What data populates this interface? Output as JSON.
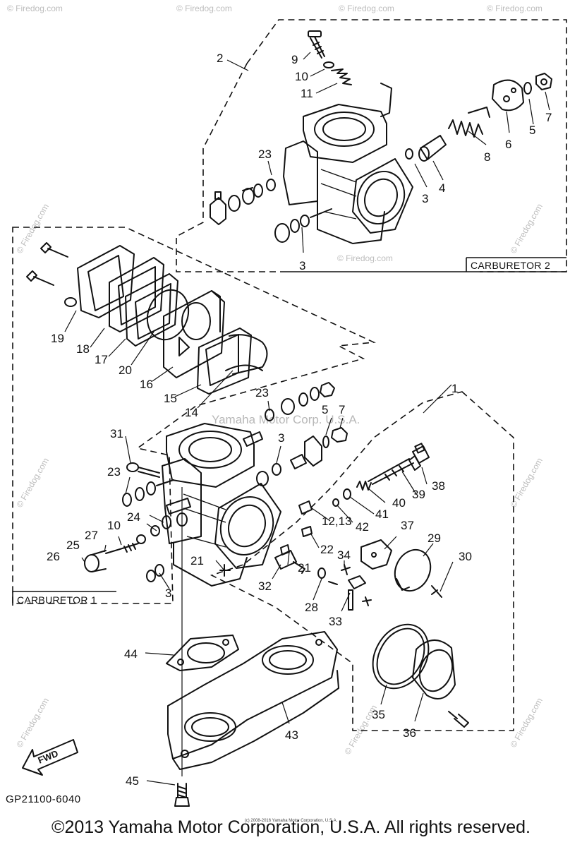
{
  "boxes": {
    "carburetor_2": "CARBURETOR 2",
    "carburetor_1": "CARBURETOR 1"
  },
  "callouts": {
    "c1": "1",
    "c2": "2",
    "c3a": "3",
    "c3b": "3",
    "c3c": "3",
    "c3d": "3",
    "c4": "4",
    "c5a": "5",
    "c5b": "5",
    "c6": "6",
    "c7a": "7",
    "c7b": "7",
    "c8": "8",
    "c9": "9",
    "c10a": "10",
    "c10b": "10",
    "c11": "11",
    "c12_13": "12,13",
    "c14": "14",
    "c15": "15",
    "c16": "16",
    "c17": "17",
    "c18": "18",
    "c19": "19",
    "c20": "20",
    "c21a": "21",
    "c21b": "21",
    "c22": "22",
    "c23a": "23",
    "c23b": "23",
    "c23c": "23",
    "c24": "24",
    "c25": "25",
    "c26": "26",
    "c27": "27",
    "c28": "28",
    "c29": "29",
    "c30": "30",
    "c31": "31",
    "c32": "32",
    "c33": "33",
    "c34": "34",
    "c35": "35",
    "c36": "36",
    "c37": "37",
    "c38": "38",
    "c39": "39",
    "c40": "40",
    "c41": "41",
    "c42": "42",
    "c43": "43",
    "c44": "44",
    "c45": "45"
  },
  "fwd_label": "FWD",
  "doc_code": "GP21100-6040",
  "watermarks": {
    "firedog": "© Firedog.com",
    "yamaha_mid": "Yamaha Motor Corp. U.S.A."
  },
  "footer": {
    "copyright": "©2013 Yamaha Motor Corporation, U.S.A. All rights reserved.",
    "small_print": "(c) 2008-2016 Yamaha Motor Corporation, U.S.A."
  }
}
